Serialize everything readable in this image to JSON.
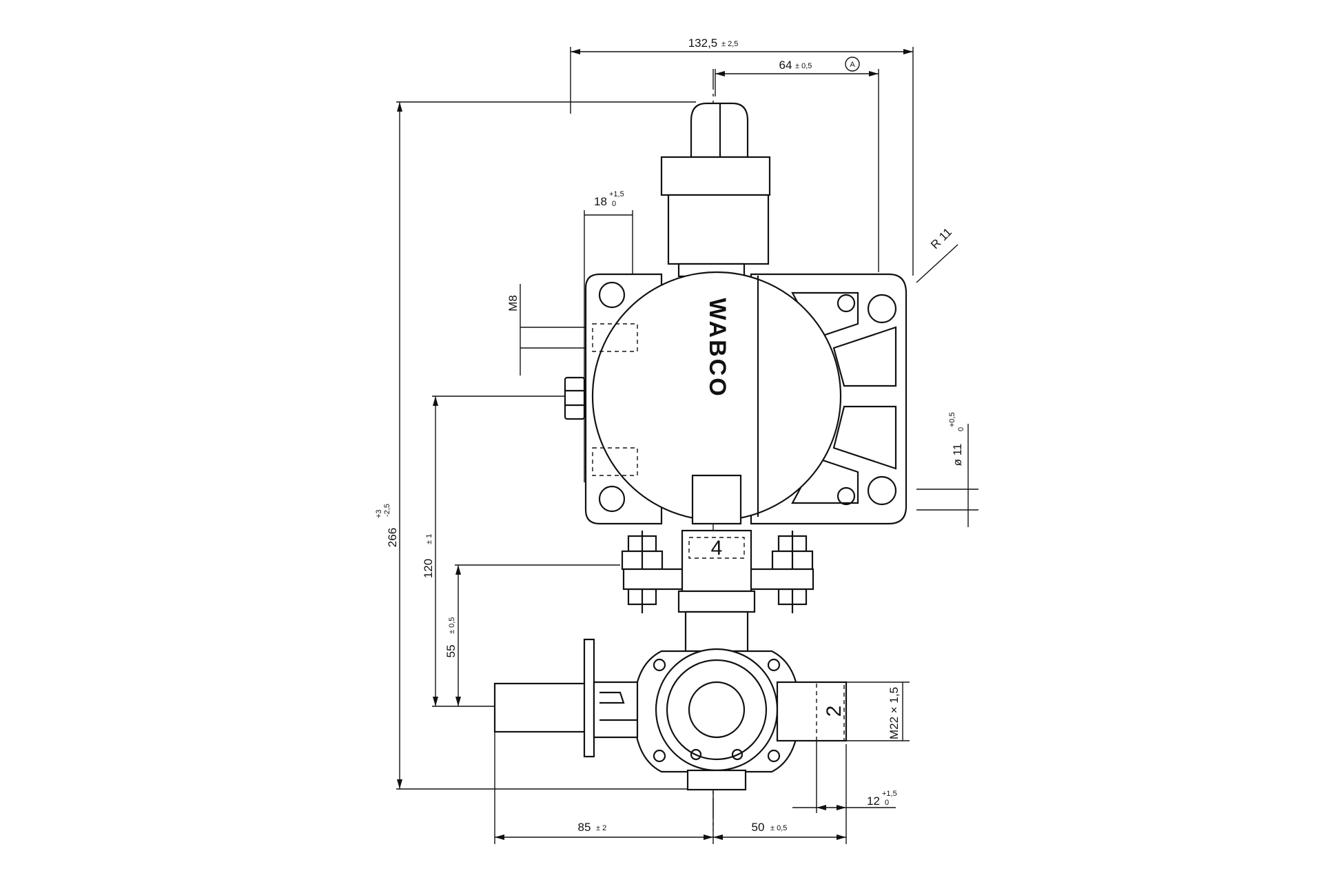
{
  "brand": "WABCO",
  "ports": {
    "port_4": "4",
    "port_2": "2"
  },
  "datum_marker": "A",
  "dimensions": {
    "overall_width": {
      "value": "132,5",
      "tol": "± 2,5"
    },
    "width_to_datum": {
      "value": "64",
      "tol": "± 0,5"
    },
    "flange_thickness": {
      "value": "18",
      "tol_upper": "+1,5",
      "tol_lower": "0"
    },
    "thread_small": {
      "value": "M8"
    },
    "radius": {
      "value": "R 11"
    },
    "hole_dia": {
      "value": "ø 11",
      "tol_upper": "+0,5",
      "tol_lower": "0"
    },
    "overall_height": {
      "value": "266",
      "tol_upper": "+3",
      "tol_lower": "-2,5"
    },
    "height_120": {
      "value": "120",
      "tol": "± 1"
    },
    "height_55": {
      "value": "55",
      "tol": "± 0,5"
    },
    "thread_port": {
      "value": "M22 × 1,5"
    },
    "port_depth": {
      "value": "12",
      "tol_upper": "+1,5",
      "tol_lower": "0"
    },
    "left_85": {
      "value": "85",
      "tol": "± 2"
    },
    "right_50": {
      "value": "50",
      "tol": "± 0,5"
    }
  },
  "colors": {
    "line": "#111111",
    "background": "#ffffff"
  }
}
